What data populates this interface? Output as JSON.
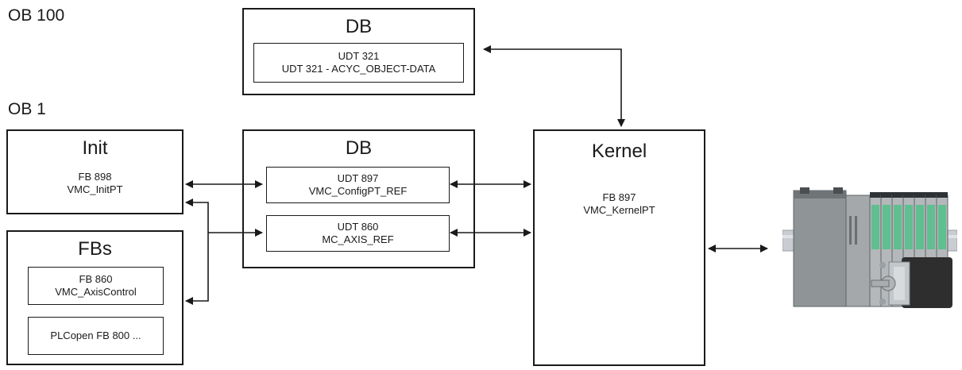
{
  "labels": {
    "ob100": "OB 100",
    "ob1": "OB 1"
  },
  "db_top": {
    "title": "DB",
    "udt_line1": "UDT 321",
    "udt_line2": "UDT 321 - ACYC_OBJECT-DATA"
  },
  "init": {
    "title": "Init",
    "line1": "FB 898",
    "line2": "VMC_InitPT"
  },
  "fbs": {
    "title": "FBs",
    "fb860_line1": "FB 860",
    "fb860_line2": "VMC_AxisControl",
    "plcopen": "PLCopen FB 800 ..."
  },
  "db_mid": {
    "title": "DB",
    "udt897_line1": "UDT 897",
    "udt897_line2": "VMC_ConfigPT_REF",
    "udt860_line1": "UDT 860",
    "udt860_line2": "MC_AXIS_REF"
  },
  "kernel": {
    "title": "Kernel",
    "line1": "FB 897",
    "line2": "VMC_KernelPT"
  },
  "device": {
    "image": "plc-with-servo-motor"
  }
}
